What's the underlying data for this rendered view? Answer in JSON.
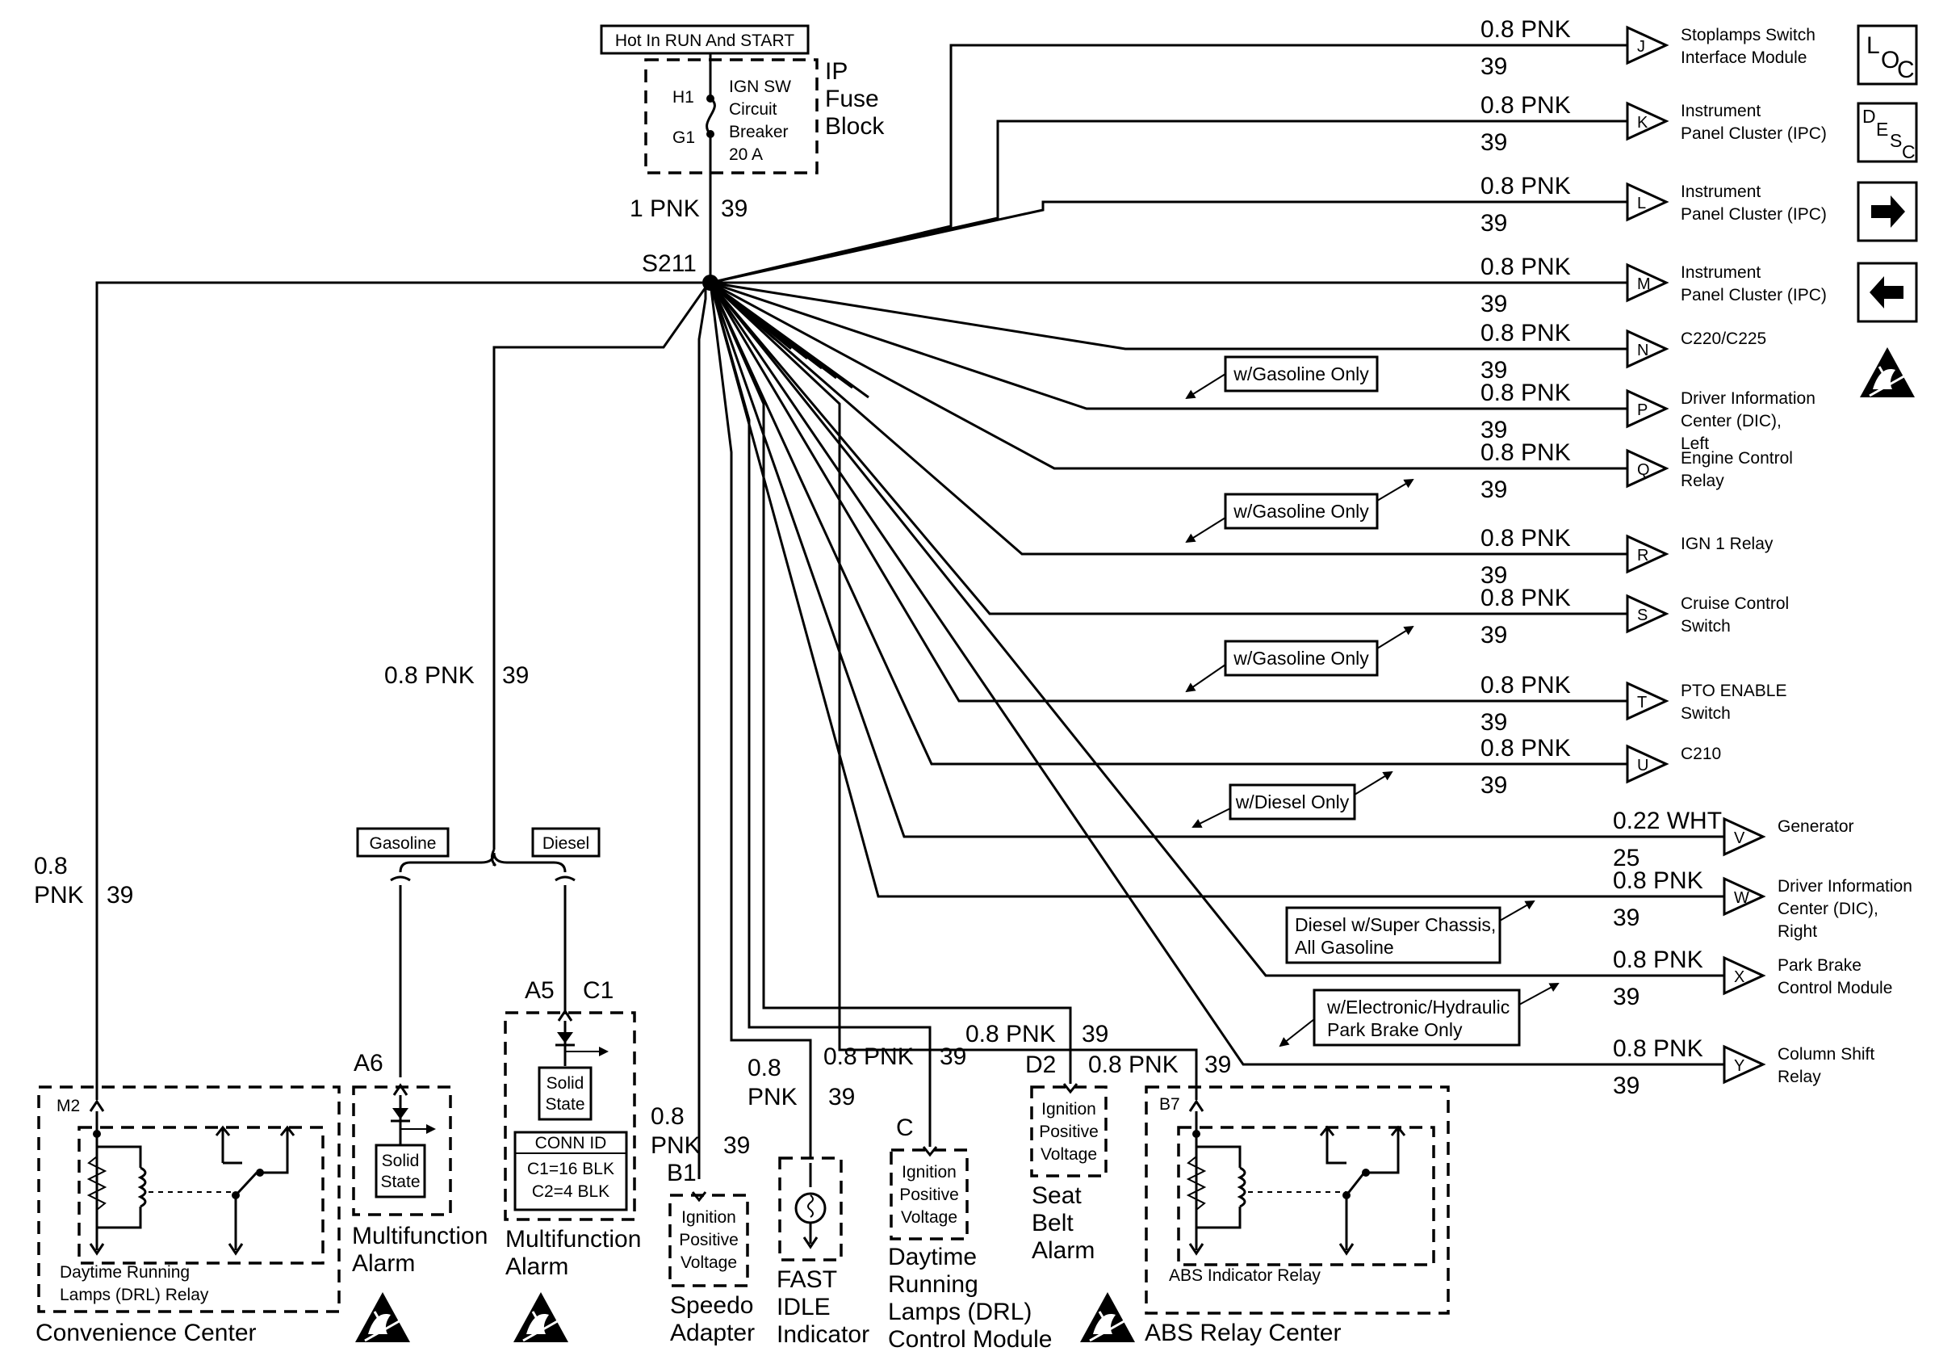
{
  "fuse": {
    "hot_label": "Hot In RUN And START",
    "block_label": [
      "IP",
      "Fuse",
      "Block"
    ],
    "pin_h": "H1",
    "pin_g": "G1",
    "breaker": [
      "IGN SW",
      "Circuit",
      "Breaker",
      "20 A"
    ],
    "feed_wire": "1 PNK",
    "feed_circuit": "39",
    "splice": "S211"
  },
  "branches": [
    {
      "pin": "J",
      "wire": "0.8 PNK",
      "circuit": "39",
      "dest": [
        "Stoplamps Switch",
        "Interface Module"
      ]
    },
    {
      "pin": "K",
      "wire": "0.8 PNK",
      "circuit": "39",
      "dest": [
        "Instrument",
        "Panel Cluster (IPC)"
      ]
    },
    {
      "pin": "L",
      "wire": "0.8 PNK",
      "circuit": "39",
      "dest": [
        "Instrument",
        "Panel Cluster (IPC)"
      ]
    },
    {
      "pin": "M",
      "wire": "0.8 PNK",
      "circuit": "39",
      "dest": [
        "Instrument",
        "Panel Cluster (IPC)"
      ]
    },
    {
      "pin": "N",
      "wire": "0.8 PNK",
      "circuit": "39",
      "dest": [
        "C220/C225"
      ]
    },
    {
      "pin": "P",
      "wire": "0.8 PNK",
      "circuit": "39",
      "dest": [
        "Driver Information",
        "Center (DIC),",
        "Left"
      ]
    },
    {
      "pin": "Q",
      "wire": "0.8 PNK",
      "circuit": "39",
      "dest": [
        "Engine Control",
        "Relay"
      ]
    },
    {
      "pin": "R",
      "wire": "0.8 PNK",
      "circuit": "39",
      "dest": [
        "IGN 1 Relay"
      ]
    },
    {
      "pin": "S",
      "wire": "0.8 PNK",
      "circuit": "39",
      "dest": [
        "Cruise Control",
        "Switch"
      ]
    },
    {
      "pin": "T",
      "wire": "0.8 PNK",
      "circuit": "39",
      "dest": [
        "PTO ENABLE",
        "Switch"
      ]
    },
    {
      "pin": "U",
      "wire": "0.8 PNK",
      "circuit": "39",
      "dest": [
        "C210"
      ]
    },
    {
      "pin": "V",
      "wire": "0.22 WHT",
      "circuit": "25",
      "dest": [
        "Generator"
      ]
    },
    {
      "pin": "W",
      "wire": "0.8 PNK",
      "circuit": "39",
      "dest": [
        "Driver Information",
        "Center (DIC),",
        "Right"
      ]
    },
    {
      "pin": "X",
      "wire": "0.8 PNK",
      "circuit": "39",
      "dest": [
        "Park Brake",
        "Control Module"
      ]
    },
    {
      "pin": "Y",
      "wire": "0.8 PNK",
      "circuit": "39",
      "dest": [
        "Column Shift",
        "Relay"
      ]
    }
  ],
  "option_notes": {
    "gas1": "w/Gasoline Only",
    "gas2": "w/Gasoline Only",
    "gas3": "w/Gasoline Only",
    "diesel": "w/Diesel Only",
    "super_chassis": [
      "Diesel w/Super Chassis,",
      "All Gasoline"
    ],
    "park_brake": [
      "w/Electronic/Hydraulic",
      "Park Brake Only"
    ]
  },
  "side_icons": {
    "loc": [
      "L",
      "O",
      "C"
    ],
    "desc": [
      "D",
      "E",
      "S",
      "C"
    ],
    "right_arrow_icon": "right-arrow-icon",
    "left_arrow_icon": "left-arrow-icon",
    "esd_icon": "esd-warning-icon"
  },
  "left_wires": {
    "drl_wire": [
      "0.8",
      "PNK"
    ],
    "drl_circuit": "39",
    "alarm_wire": "0.8 PNK",
    "alarm_circuit": "39",
    "gasoline_label": "Gasoline",
    "diesel_label": "Diesel"
  },
  "components": {
    "convenience": {
      "pin": "M2",
      "relay": [
        "Daytime Running",
        "Lamps (DRL) Relay"
      ],
      "title": "Convenience Center"
    },
    "alarm_gas": {
      "pin": "A6",
      "state": [
        "Solid",
        "State"
      ],
      "title": [
        "Multifunction",
        "Alarm"
      ]
    },
    "alarm_diesel": {
      "pin_a": "A5",
      "pin_c": "C1",
      "state": [
        "Solid",
        "State"
      ],
      "conn": [
        "CONN ID",
        "C1=16 BLK",
        "C2=4 BLK"
      ],
      "title": [
        "Multifunction",
        "Alarm"
      ]
    },
    "speedo": {
      "wire": [
        "0.8",
        "PNK"
      ],
      "circuit": "39",
      "pin": "B1",
      "voltage": [
        "Ignition",
        "Positive",
        "Voltage"
      ],
      "title": [
        "Speedo",
        "Adapter"
      ]
    },
    "fast_idle": {
      "wire": [
        "0.8",
        "PNK"
      ],
      "circuit": "39",
      "title": [
        "FAST",
        "IDLE",
        "Indicator"
      ]
    },
    "drl_module": {
      "wire": "0.8 PNK",
      "circuit": "39",
      "pin": "C",
      "voltage": [
        "Ignition",
        "Positive",
        "Voltage"
      ],
      "title": [
        "Daytime",
        "Running",
        "Lamps (DRL)",
        "Control Module"
      ]
    },
    "seat_belt": {
      "wire": "0.8 PNK",
      "circuit": "39",
      "pin": "D2",
      "voltage": [
        "Ignition",
        "Positive",
        "Voltage"
      ],
      "title": [
        "Seat",
        "Belt",
        "Alarm"
      ]
    },
    "abs": {
      "wire": "0.8 PNK",
      "circuit": "39",
      "pin": "B7",
      "relay": "ABS Indicator Relay",
      "title": "ABS Relay Center"
    }
  }
}
